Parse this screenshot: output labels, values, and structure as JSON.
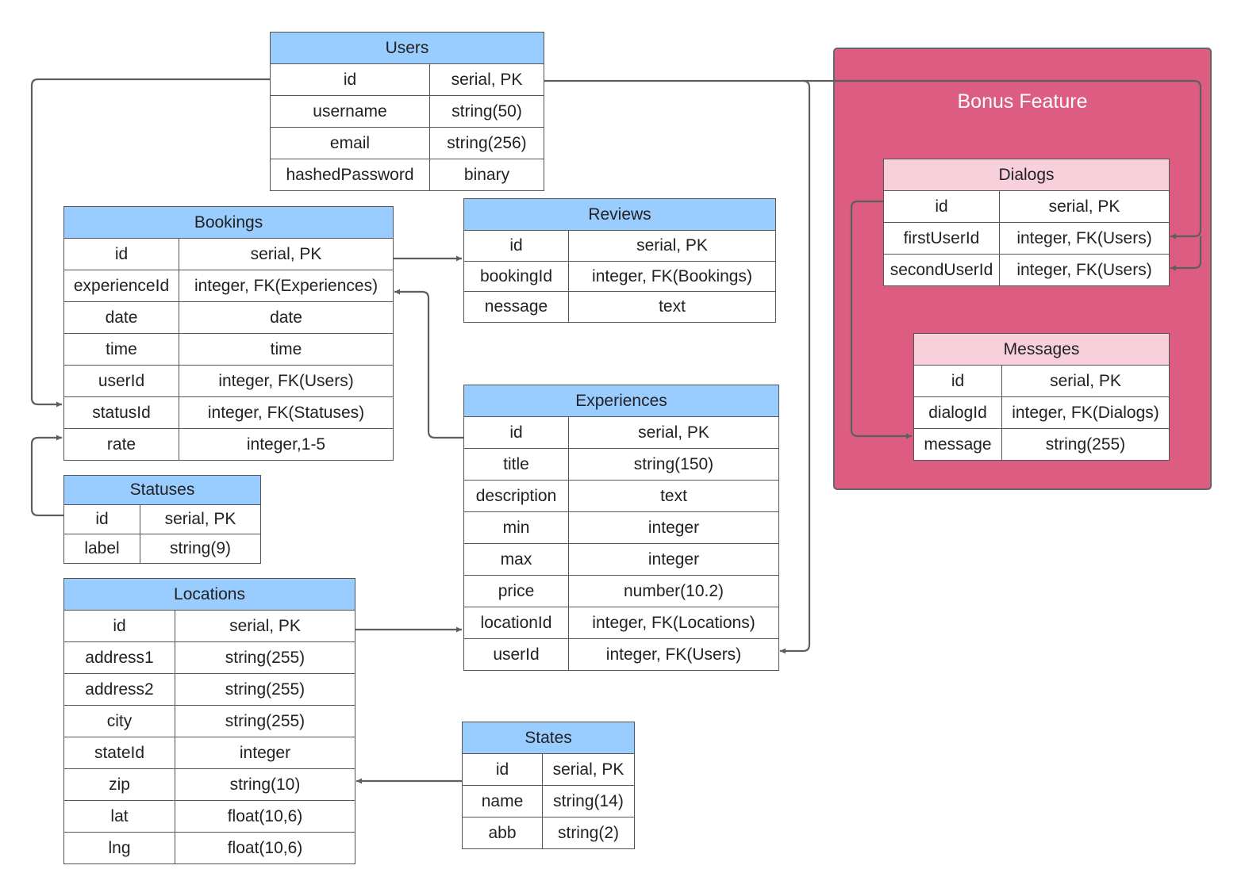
{
  "colors": {
    "table_header": "#99CCFF",
    "bonus_header": "#F7D0DC",
    "bonus_frame": "#DC5C82",
    "connector": "#5E5E5E"
  },
  "bonus_feature": {
    "title": "Bonus Feature"
  },
  "tables": {
    "users": {
      "title": "Users",
      "rows": [
        {
          "col": "id",
          "type": "serial, PK"
        },
        {
          "col": "username",
          "type": "string(50)"
        },
        {
          "col": "email",
          "type": "string(256)"
        },
        {
          "col": "hashedPassword",
          "type": "binary"
        }
      ]
    },
    "bookings": {
      "title": "Bookings",
      "rows": [
        {
          "col": "id",
          "type": "serial, PK"
        },
        {
          "col": "experienceId",
          "type": "integer, FK(Experiences)"
        },
        {
          "col": "date",
          "type": "date"
        },
        {
          "col": "time",
          "type": "time"
        },
        {
          "col": "userId",
          "type": "integer, FK(Users)"
        },
        {
          "col": "statusId",
          "type": "integer, FK(Statuses)"
        },
        {
          "col": "rate",
          "type": "integer,1-5"
        }
      ]
    },
    "reviews": {
      "title": "Reviews",
      "rows": [
        {
          "col": "id",
          "type": "serial, PK"
        },
        {
          "col": "bookingId",
          "type": "integer, FK(Bookings)"
        },
        {
          "col": "nessage",
          "type": "text"
        }
      ]
    },
    "statuses": {
      "title": "Statuses",
      "rows": [
        {
          "col": "id",
          "type": "serial, PK"
        },
        {
          "col": "label",
          "type": "string(9)"
        }
      ]
    },
    "experiences": {
      "title": "Experiences",
      "rows": [
        {
          "col": "id",
          "type": "serial, PK"
        },
        {
          "col": "title",
          "type": "string(150)"
        },
        {
          "col": "description",
          "type": "text"
        },
        {
          "col": "min",
          "type": "integer"
        },
        {
          "col": "max",
          "type": "integer"
        },
        {
          "col": "price",
          "type": "number(10.2)"
        },
        {
          "col": "locationId",
          "type": "integer, FK(Locations)"
        },
        {
          "col": "userId",
          "type": "integer, FK(Users)"
        }
      ]
    },
    "locations": {
      "title": "Locations",
      "rows": [
        {
          "col": "id",
          "type": "serial, PK"
        },
        {
          "col": "address1",
          "type": "string(255)"
        },
        {
          "col": "address2",
          "type": "string(255)"
        },
        {
          "col": "city",
          "type": "string(255)"
        },
        {
          "col": "stateId",
          "type": "integer"
        },
        {
          "col": "zip",
          "type": "string(10)"
        },
        {
          "col": "lat",
          "type": "float(10,6)"
        },
        {
          "col": "lng",
          "type": "float(10,6)"
        }
      ]
    },
    "states": {
      "title": "States",
      "rows": [
        {
          "col": "id",
          "type": "serial, PK"
        },
        {
          "col": "name",
          "type": "string(14)"
        },
        {
          "col": "abb",
          "type": "string(2)"
        }
      ]
    },
    "dialogs": {
      "title": "Dialogs",
      "rows": [
        {
          "col": "id",
          "type": "serial, PK"
        },
        {
          "col": "firstUserId",
          "type": "integer, FK(Users)"
        },
        {
          "col": "secondUserId",
          "type": "integer, FK(Users)"
        }
      ]
    },
    "messages": {
      "title": "Messages",
      "rows": [
        {
          "col": "id",
          "type": "serial, PK"
        },
        {
          "col": "dialogId",
          "type": "integer, FK(Dialogs)"
        },
        {
          "col": "message",
          "type": "string(255)"
        }
      ]
    }
  }
}
